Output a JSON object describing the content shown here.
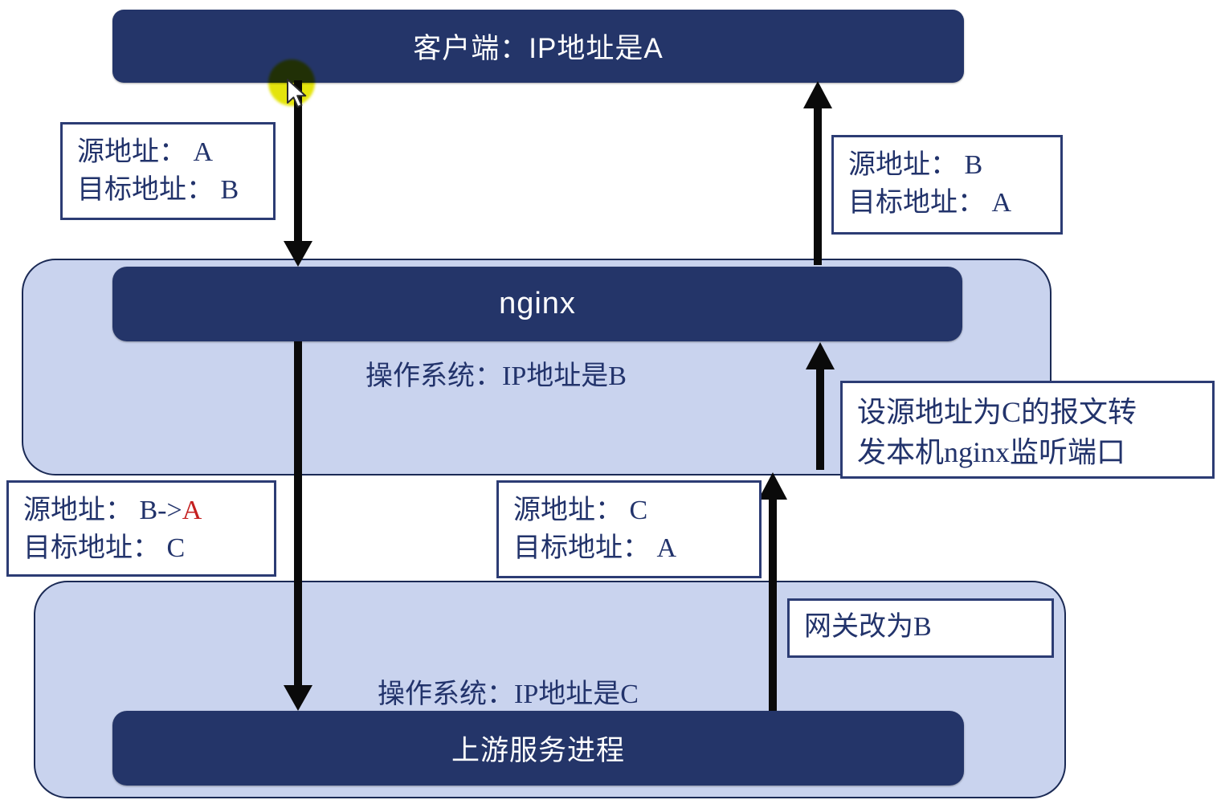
{
  "diagram": {
    "client_label": "客户端：IP地址是A",
    "nginx_label": "nginx",
    "os_b_label": "操作系统：IP地址是B",
    "os_c_label": "操作系统：IP地址是C",
    "upstream_label": "上游服务进程",
    "note_top_left": {
      "line1": "源地址： A",
      "line2": "目标地址： B"
    },
    "note_top_right": {
      "line1": "源地址： B",
      "line2": "目标地址： A"
    },
    "note_mid_left": {
      "line1_prefix": "源地址： B->",
      "line1_red": "A",
      "line2": "目标地址： C"
    },
    "note_mid_center": {
      "line1": "源地址： C",
      "line2": "目标地址： A"
    },
    "note_tproxy": {
      "line1": "设源地址为C的报文转",
      "line2": "发本机nginx监听端口"
    },
    "note_gateway": "网关改为B"
  },
  "colors": {
    "navy_fill": "#243569",
    "host_fill": "#c9d3ee",
    "host_border": "#1b2a55",
    "note_border": "#2c3c74",
    "note_text": "#22336b",
    "highlight_red": "#c41f1f",
    "arrow_black": "#0a0a0a",
    "click_highlight_yellow": "#e3e300"
  }
}
